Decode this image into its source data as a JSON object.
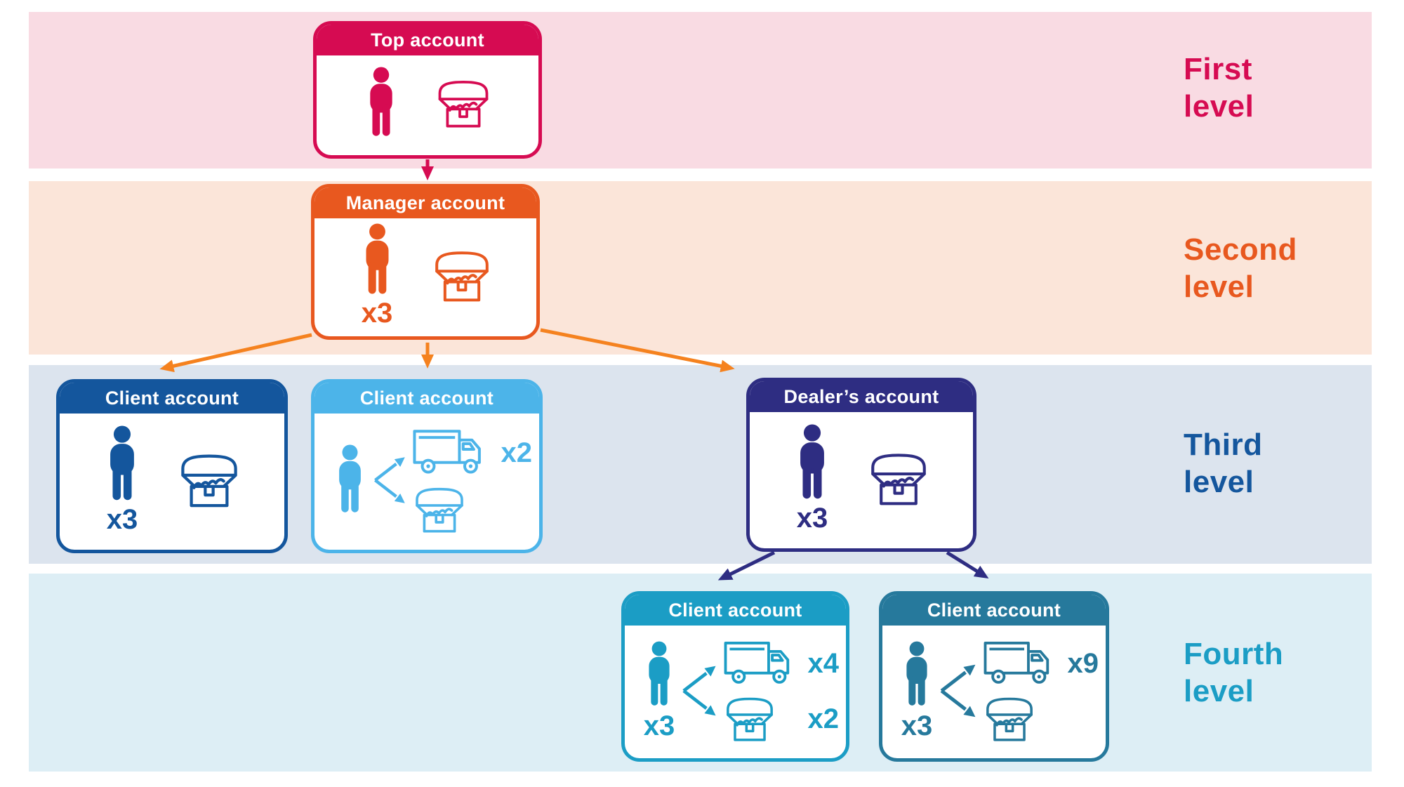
{
  "levels": [
    {
      "id": "first",
      "line1": "First",
      "line2": "level",
      "color": "#d60b52",
      "band_bg": "#f9dbe3"
    },
    {
      "id": "second",
      "line1": "Second",
      "line2": "level",
      "color": "#e8581f",
      "band_bg": "#fbe5d9"
    },
    {
      "id": "third",
      "line1": "Third",
      "line2": "level",
      "color": "#14569d",
      "band_bg": "#dce4ee"
    },
    {
      "id": "fourth",
      "line1": "Fourth",
      "line2": "level",
      "color": "#1b9dc5",
      "band_bg": "#ddeef5"
    }
  ],
  "cards": {
    "top_account": {
      "title": "Top account",
      "accent": "#d60b52"
    },
    "manager_account": {
      "title": "Manager account",
      "accent": "#e8581f",
      "person_mult": "x3"
    },
    "client_third_left": {
      "title": "Client account",
      "accent": "#14569d",
      "person_mult": "x3"
    },
    "client_third_mid": {
      "title": "Client account",
      "accent": "#4cb4e9",
      "truck_mult": "x2"
    },
    "dealer_account": {
      "title": "Dealer’s account",
      "accent": "#2e2d82",
      "person_mult": "x3"
    },
    "client_fourth_left": {
      "title": "Client account",
      "accent": "#1b9dc5",
      "person_mult": "x3",
      "truck_mult": "x4",
      "chest_mult": "x2"
    },
    "client_fourth_right": {
      "title": "Client account",
      "accent": "#26799c",
      "person_mult": "x3",
      "truck_mult": "x9"
    }
  },
  "icons": {
    "person": "person-icon",
    "treasure_chest": "treasure-chest-icon",
    "truck": "truck-icon",
    "split_arrows": "distribution-arrows-icon"
  },
  "connector_colors": {
    "first_to_second": "#d60b52",
    "second_to_third": "#f5821f",
    "third_to_fourth": "#2e2d82"
  }
}
